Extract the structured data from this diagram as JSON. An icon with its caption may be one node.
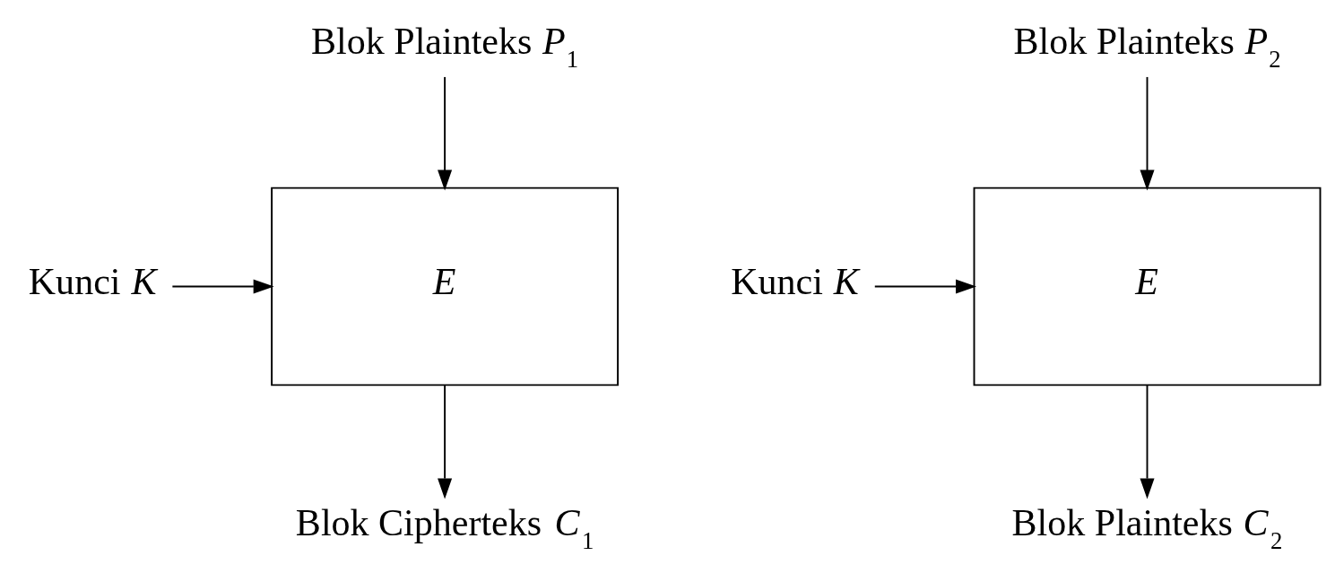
{
  "diagram": {
    "nodes": [
      {
        "text": [
          "Blok Plainteks *P*$_{1}$"
        ]
      },
      {
        "text": [
          "Kunci *K*"
        ]
      },
      {
        "text": [
          "E"
        ]
      },
      {
        "text": [
          "Blok Cipherteks *C*$_{1}$"
        ]
      },
      {
        "text": [
          "Blok Plainteks *P*$_{2}$"
        ]
      },
      {
        "text": [
          "Kunci *K*"
        ]
      },
      {
        "text": [
          "E"
        ]
      },
      {
        "text": [
          "Blok Plainteks *C*$_{2}$"
        ]
      }
    ],
    "edges": [
      {
        "from": 0,
        "to": 2,
        "arrow": "to"
      },
      {
        "from": 1,
        "to": 2,
        "arrow": "to"
      },
      {
        "from": 2,
        "to": 3,
        "arrow": "to"
      },
      {
        "from": 4,
        "to": 6,
        "arrow": "to"
      },
      {
        "from": 5,
        "to": 6,
        "arrow": "to"
      },
      {
        "from": 6,
        "to": 7,
        "arrow": "to"
      }
    ]
  }
}
